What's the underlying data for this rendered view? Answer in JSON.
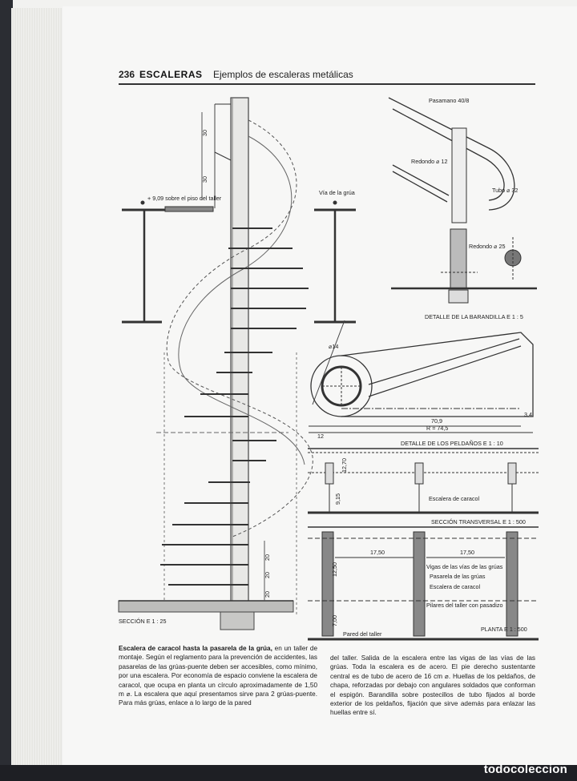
{
  "page": {
    "number": "236",
    "section": "ESCALERAS",
    "subtitle": "Ejemplos de escaleras metálicas"
  },
  "drawing": {
    "labels": {
      "pasamano": "Pasamano 40/8",
      "redondo12": "Redondo ⌀ 12",
      "tubo32": "Tubo ⌀ 32",
      "redondo25": "Redondo ⌀ 25",
      "via_grua": "Vía de la grúa",
      "nivel": "+ 9,09 sobre el piso del taller",
      "det_barandilla": "DETALLE DE LA BARANDILLA  E 1 : 5",
      "d14": "⌀14",
      "dim709": "70,9",
      "dim745": "R = 74,5",
      "dim12": "12",
      "dim34": "3,4",
      "det_peldanos": "DETALLE DE LOS PELDAÑOS  E 1 : 10",
      "escalera_caracol": "Escalera de caracol",
      "seccion_transversal": "SECCIÓN TRANSVERSAL  E 1 : 500",
      "dim1750a": "17,50",
      "dim1750b": "17,50",
      "dim1250": "12,50",
      "dim700": "7,00",
      "dim915": "9,15",
      "dim1270": "12,70",
      "vigas": "Vigas de las vías de las grúas",
      "pasarela": "Pasarela de las grúas",
      "escalera2": "Escalera de caracol",
      "pilares": "Pilares del taller con pasadizo",
      "pared": "Pared del taller",
      "planta": "PLANTA  E 1 : 500",
      "seccion": "SECCIÓN  E 1 : 25",
      "d30a": "30",
      "d30b": "30",
      "d20a": "20",
      "d20b": "20",
      "d20c": "20"
    }
  },
  "caption": {
    "left_bold": "Escalera de caracol hasta la pasarela de la grúa,",
    "left_text": " en un taller de montaje. Según el reglamento para la prevención de accidentes, las pasarelas de las grúas-puente deben ser accesibles, como mínimo, por una escalera. Por economía de espacio conviene la escalera de caracol, que ocupa en planta un círculo aproximadamente de 1,50 m ⌀. La escalera que aquí presentamos sirve para 2 grúas-puente. Para más grúas, enlace a lo largo de la pared",
    "right_text": "del taller. Salida de la escalera entre las vigas de las vías de las grúas. Toda la escalera es de acero. El pie derecho sustentante central es de tubo de acero de 16 cm ⌀. Huellas de los peldaños, de chapa, reforzadas por debajo con angulares soldados que conforman el espigón. Barandilla sobre postecillos de tubo fijados al borde exterior de los peldaños, fijación que sirve además para enlazar las huellas entre sí."
  },
  "watermark": "todocoleccion"
}
